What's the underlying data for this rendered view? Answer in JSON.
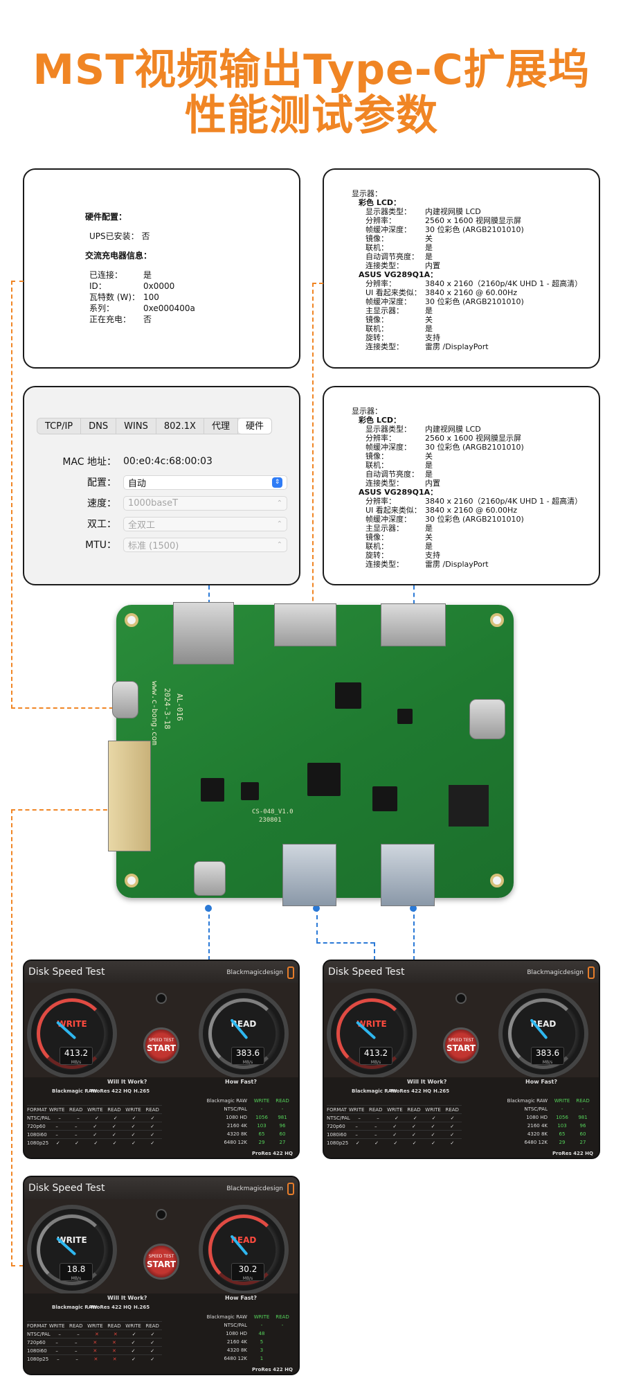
{
  "title": {
    "line1": "MST视频输出Type-C扩展坞",
    "line2": "性能测试参数"
  },
  "hardware": {
    "heading1": "硬件配置：",
    "ups": "UPS已安装：  否",
    "heading2": "交流充电器信息：",
    "rows": [
      {
        "k": "已连接：",
        "v": "是"
      },
      {
        "k": "ID：",
        "v": "0x0000"
      },
      {
        "k": "瓦特数 (W)：",
        "v": "100"
      },
      {
        "k": "系列：",
        "v": "0xe000400a"
      },
      {
        "k": "正在充电：",
        "v": "否"
      }
    ]
  },
  "network": {
    "tabs": [
      "TCP/IP",
      "DNS",
      "WINS",
      "802.1X",
      "代理",
      "硬件"
    ],
    "selected_tab": "硬件",
    "mac_label": "MAC 地址：",
    "mac_value": "00:e0:4c:68:00:03",
    "config_label": "配置：",
    "config_value": "自动",
    "speed_label": "速度：",
    "speed_value": "1000baseT",
    "duplex_label": "双工：",
    "duplex_value": "全双工",
    "mtu_label": "MTU：",
    "mtu_value": "标准 (1500)"
  },
  "displays": {
    "rows": [
      {
        "k": "显示器：",
        "v": "",
        "bold": false,
        "ind": 0
      },
      {
        "k": "彩色 LCD：",
        "v": "",
        "bold": true,
        "ind": 1
      },
      {
        "k": "显示器类型：",
        "v": "内建视网膜 LCD",
        "bold": false,
        "ind": 2
      },
      {
        "k": "分辨率：",
        "v": "2560 x 1600 视网膜显示屏",
        "bold": false,
        "ind": 2
      },
      {
        "k": "帧缓冲深度：",
        "v": "30 位彩色 (ARGB2101010)",
        "bold": false,
        "ind": 2
      },
      {
        "k": "镜像：",
        "v": "关",
        "bold": false,
        "ind": 2
      },
      {
        "k": "联机：",
        "v": "是",
        "bold": false,
        "ind": 2
      },
      {
        "k": "自动调节亮度：",
        "v": "是",
        "bold": false,
        "ind": 2
      },
      {
        "k": "连接类型：",
        "v": "内置",
        "bold": false,
        "ind": 2
      },
      {
        "k": "ASUS VG289Q1A：",
        "v": "",
        "bold": true,
        "ind": 1
      },
      {
        "k": "分辨率：",
        "v": "3840 x 2160（2160p/4K UHD 1 - 超高清）",
        "bold": false,
        "ind": 2
      },
      {
        "k": "UI 看起来类似：",
        "v": "3840 x 2160 @ 60.00Hz",
        "bold": false,
        "ind": 2
      },
      {
        "k": "帧缓冲深度：",
        "v": "30 位彩色 (ARGB2101010)",
        "bold": false,
        "ind": 2
      },
      {
        "k": "主显示器：",
        "v": "是",
        "bold": false,
        "ind": 2
      },
      {
        "k": "镜像：",
        "v": "关",
        "bold": false,
        "ind": 2
      },
      {
        "k": "联机：",
        "v": "是",
        "bold": false,
        "ind": 2
      },
      {
        "k": "旋转：",
        "v": "支持",
        "bold": false,
        "ind": 2
      },
      {
        "k": "连接类型：",
        "v": "雷雳 /DisplayPort",
        "bold": false,
        "ind": 2
      }
    ]
  },
  "pcb": {
    "silk1": "www.c-bong.com",
    "silk2": "2024-3-18",
    "silk3": "AL-016",
    "silk4": "CS-048_V1.0",
    "silk5": "230801"
  },
  "speedtests": [
    {
      "title": "Disk Speed Test",
      "brand": "Blackmagicdesign",
      "write": "413.2",
      "read": "383.6",
      "unit": "MB/s",
      "write_label": "WRITE",
      "read_label": "READ",
      "start1": "SPEED TEST",
      "start2": "START",
      "active": "write"
    },
    {
      "title": "Disk Speed Test",
      "brand": "Blackmagicdesign",
      "write": "413.2",
      "read": "383.6",
      "unit": "MB/s",
      "write_label": "WRITE",
      "read_label": "READ",
      "start1": "SPEED TEST",
      "start2": "START",
      "active": "write"
    },
    {
      "title": "Disk Speed Test",
      "brand": "Blackmagicdesign",
      "write": "18.8",
      "read": "30.2",
      "unit": "MB/s",
      "write_label": "WRITE",
      "read_label": "READ",
      "start1": "SPEED TEST",
      "start2": "START",
      "active": "read"
    }
  ],
  "table": {
    "will_it_work": "Will It Work?",
    "how_fast": "How Fast?",
    "codecs": [
      "Blackmagic RAW",
      "ProRes 422 HQ",
      "H.265"
    ],
    "sub": [
      "FORMAT",
      "WRITE",
      "READ",
      "WRITE",
      "READ",
      "WRITE",
      "READ"
    ],
    "formats": [
      "NTSC/PAL",
      "720p60",
      "1080i60",
      "1080p25"
    ],
    "right_head": "Blackmagic RAW",
    "right_sub": [
      "WRITE",
      "READ"
    ],
    "right_rows_fast": [
      {
        "n": "NTSC/PAL",
        "w": "-",
        "r": "-"
      },
      {
        "n": "1080 HD",
        "w": "1056",
        "r": "981"
      },
      {
        "n": "2160 4K",
        "w": "103",
        "r": "96"
      },
      {
        "n": "4320 8K",
        "w": "65",
        "r": "60"
      },
      {
        "n": "6480 12K",
        "w": "29",
        "r": "27"
      }
    ],
    "right_rows_slow": [
      {
        "n": "NTSC/PAL",
        "w": "-",
        "r": "-"
      },
      {
        "n": "1080 HD",
        "w": "48",
        "r": ""
      },
      {
        "n": "2160 4K",
        "w": "5",
        "r": ""
      },
      {
        "n": "4320 8K",
        "w": "3",
        "r": ""
      },
      {
        "n": "6480 12K",
        "w": "1",
        "r": ""
      }
    ],
    "footer": "ProRes 422 HQ"
  }
}
